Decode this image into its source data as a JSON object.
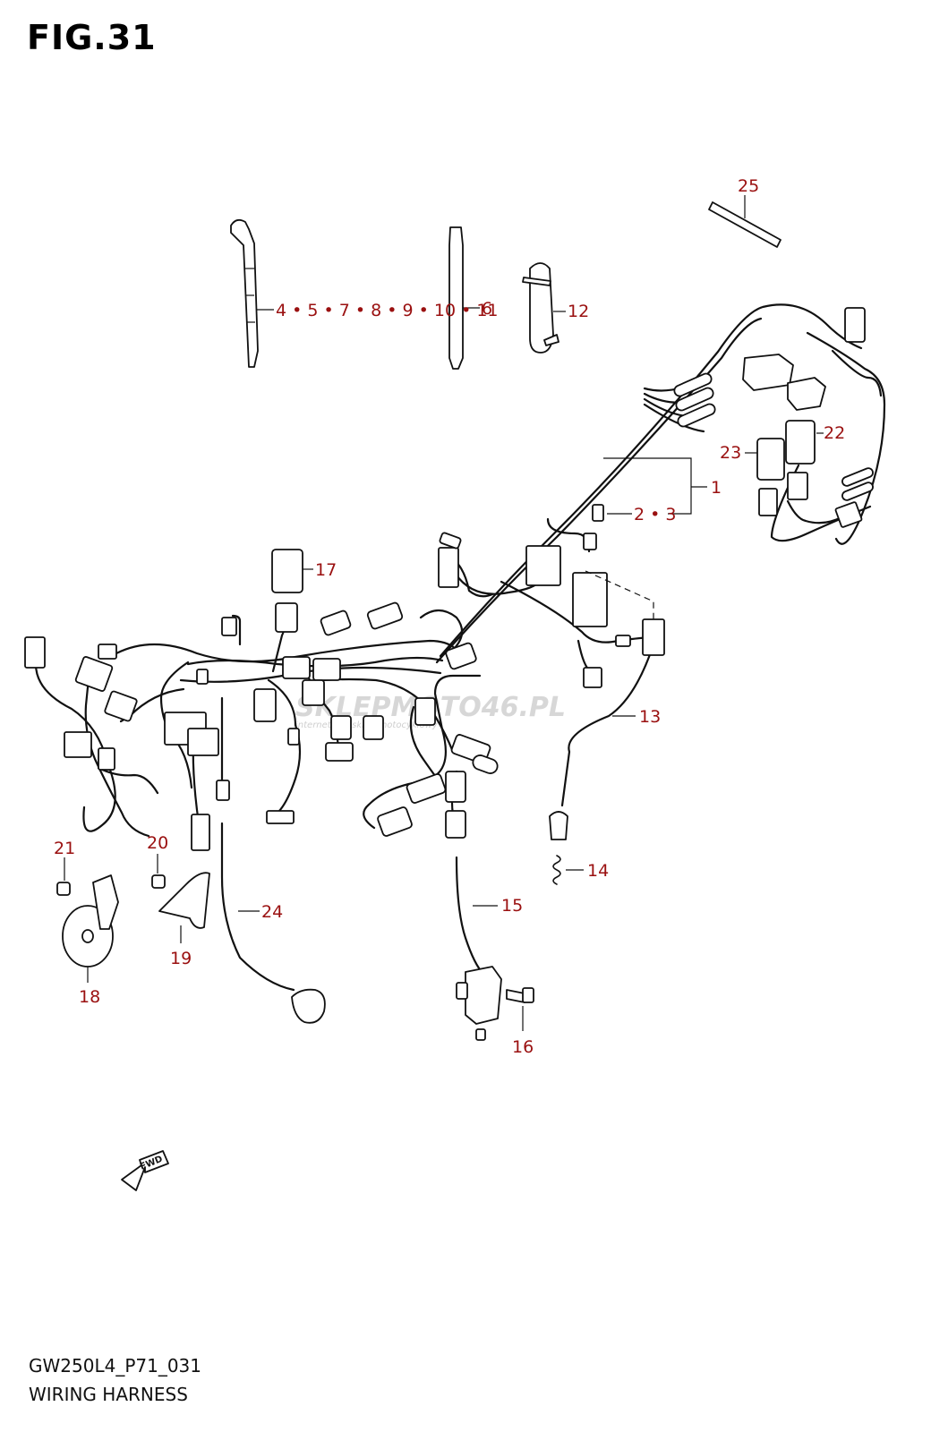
{
  "figure": {
    "title": "FIG.31",
    "code": "GW250L4_P71_031",
    "name": "WIRING HARNESS"
  },
  "callouts": {
    "c1": "1",
    "c23": "2 • 3",
    "c4_11": "4 • 5 • 7 • 8 • 9 • 10 • 11",
    "c6": "6",
    "c12": "12",
    "c13": "13",
    "c14": "14",
    "c15": "15",
    "c16": "16",
    "c17": "17",
    "c18": "18",
    "c19": "19",
    "c20": "20",
    "c21": "21",
    "c22": "22",
    "c23b": "23",
    "c24": "24",
    "c25": "25"
  },
  "watermark": {
    "brand": "SKLEPMOTO46.PL",
    "tagline": "internetowy sklep motocyklowy"
  },
  "fwd_label": "FWD",
  "colors": {
    "callout": "#9a1010",
    "line": "#111111",
    "watermark": "#d7d7d7"
  }
}
